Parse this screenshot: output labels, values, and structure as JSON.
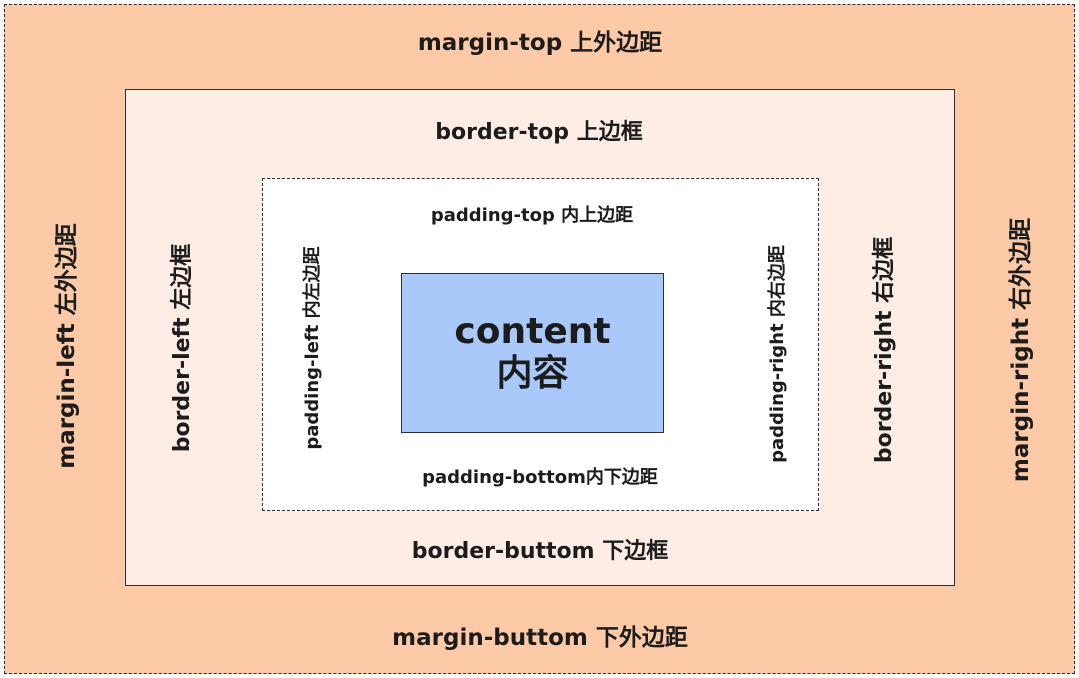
{
  "margin": {
    "top": "margin-top 上外边距",
    "left": "margin-left 左外边距",
    "right": "margin-right 右外边距",
    "bottom": "margin-buttom 下外边距"
  },
  "border": {
    "top": "border-top 上边框",
    "left": "border-left 左边框",
    "right": "border-right 右边框",
    "bottom": "border-buttom 下边框"
  },
  "padding": {
    "top": "padding-top 内上边距",
    "left": "padding-left 内左边距",
    "right": "padding-right 内右边距",
    "bottom": "padding-bottom内下边距"
  },
  "content": {
    "line1": "content",
    "line2": "内容"
  },
  "colors": {
    "margin": "#fdcaa8",
    "border": "#feede4",
    "padding": "#ffffff",
    "content": "#a9c9fb",
    "stroke": "#2a2d4a"
  }
}
